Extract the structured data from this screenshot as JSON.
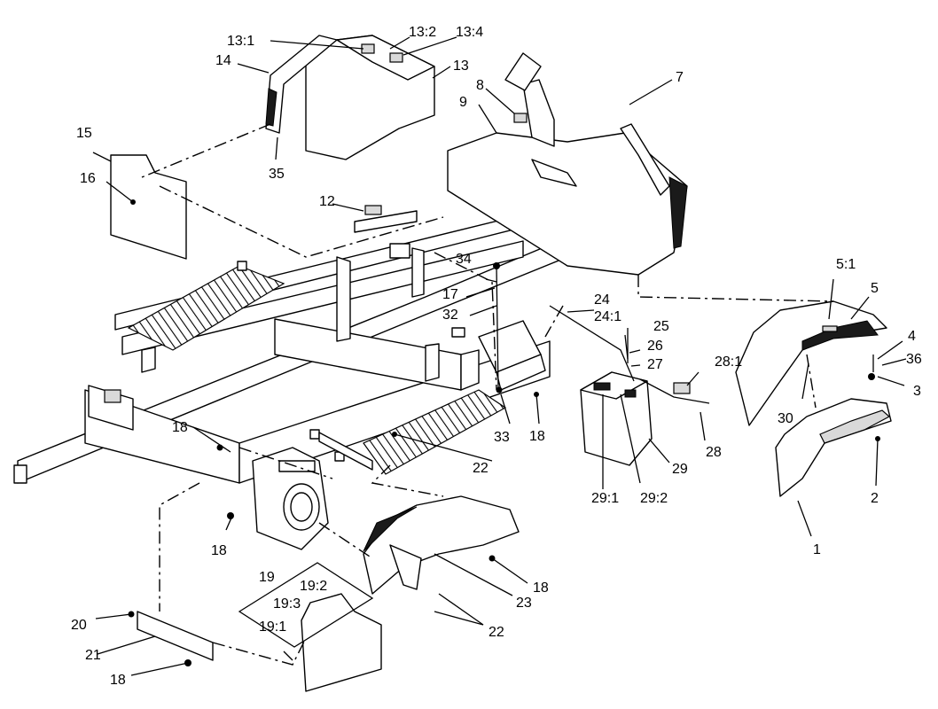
{
  "labels": [
    {
      "id": "1",
      "text": "1"
    },
    {
      "id": "2",
      "text": "2"
    },
    {
      "id": "3",
      "text": "3"
    },
    {
      "id": "4",
      "text": "4"
    },
    {
      "id": "5",
      "text": "5"
    },
    {
      "id": "5_1",
      "text": "5:1"
    },
    {
      "id": "7",
      "text": "7"
    },
    {
      "id": "8",
      "text": "8"
    },
    {
      "id": "9",
      "text": "9"
    },
    {
      "id": "12",
      "text": "12"
    },
    {
      "id": "13",
      "text": "13"
    },
    {
      "id": "13_1",
      "text": "13:1"
    },
    {
      "id": "13_2",
      "text": "13:2"
    },
    {
      "id": "13_4",
      "text": "13:4"
    },
    {
      "id": "14",
      "text": "14"
    },
    {
      "id": "15",
      "text": "15"
    },
    {
      "id": "16",
      "text": "16"
    },
    {
      "id": "17",
      "text": "17"
    },
    {
      "id": "18a",
      "text": "18"
    },
    {
      "id": "18b",
      "text": "18"
    },
    {
      "id": "18c",
      "text": "18"
    },
    {
      "id": "18d",
      "text": "18"
    },
    {
      "id": "18e",
      "text": "18"
    },
    {
      "id": "19",
      "text": "19"
    },
    {
      "id": "19_1",
      "text": "19:1"
    },
    {
      "id": "19_2",
      "text": "19:2"
    },
    {
      "id": "19_3",
      "text": "19:3"
    },
    {
      "id": "20",
      "text": "20"
    },
    {
      "id": "21",
      "text": "21"
    },
    {
      "id": "22a",
      "text": "22"
    },
    {
      "id": "22b",
      "text": "22"
    },
    {
      "id": "23",
      "text": "23"
    },
    {
      "id": "24",
      "text": "24"
    },
    {
      "id": "24_1",
      "text": "24:1"
    },
    {
      "id": "25",
      "text": "25"
    },
    {
      "id": "26",
      "text": "26"
    },
    {
      "id": "27",
      "text": "27"
    },
    {
      "id": "28",
      "text": "28"
    },
    {
      "id": "28_1",
      "text": "28:1"
    },
    {
      "id": "29",
      "text": "29"
    },
    {
      "id": "29_1",
      "text": "29:1"
    },
    {
      "id": "29_2",
      "text": "29:2"
    },
    {
      "id": "30",
      "text": "30"
    },
    {
      "id": "32",
      "text": "32"
    },
    {
      "id": "33",
      "text": "33"
    },
    {
      "id": "34",
      "text": "34"
    },
    {
      "id": "35",
      "text": "35"
    },
    {
      "id": "36",
      "text": "36"
    }
  ]
}
